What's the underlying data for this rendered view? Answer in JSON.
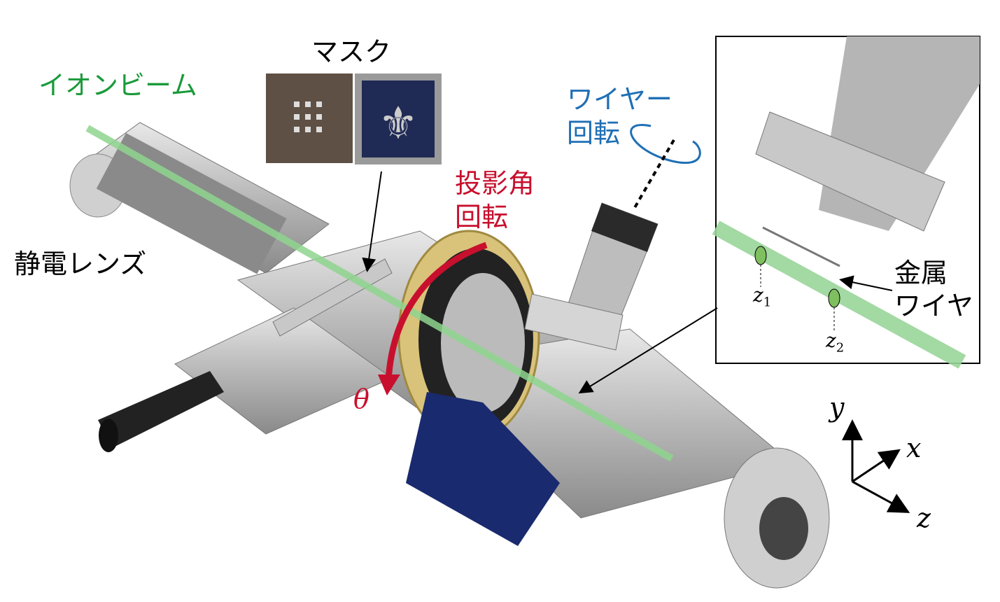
{
  "labels": {
    "ion_beam": "イオンビーム",
    "mask": "マスク",
    "electrostatic_lens": "静電レンズ",
    "projection_rotation_line1": "投影角",
    "projection_rotation_line2": "回転",
    "theta": "θ",
    "wire_rotation_line1": "ワイヤー",
    "wire_rotation_line2": "回転",
    "metal_wire_line1": "金属",
    "metal_wire_line2": "ワイヤ",
    "z1": "z",
    "z1_sub": "1",
    "z2": "z",
    "z2_sub": "2",
    "axis_x": "x",
    "axis_y": "y",
    "axis_z": "z"
  },
  "colors": {
    "beam": "#1a9a3a",
    "rotation_red": "#c8102e",
    "wire_blue": "#1f6fb5",
    "ring_gold": "#d9c27a",
    "detector_blue": "#1a2a6e"
  }
}
